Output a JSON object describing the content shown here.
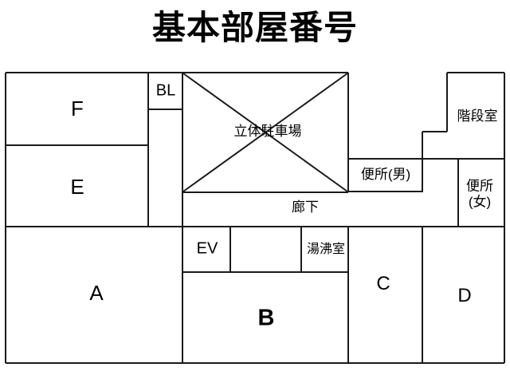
{
  "slide_title": "基本部屋番号",
  "colors": {
    "wall": "#1a1a1a",
    "background": "#ffffff",
    "text": "#000000"
  },
  "rooms": {
    "f": "F",
    "e": "E",
    "a": "A",
    "b": "B",
    "c": "C",
    "d": "D",
    "bl": "BL",
    "ev": "EV",
    "parking": "立体駐車場",
    "stairwell": "階段室",
    "toilet_men": "便所(男)",
    "toilet_women": {
      "line1": "便所",
      "line2": "(女)"
    },
    "corridor": "廊下",
    "kitchenette": "湯沸室"
  }
}
